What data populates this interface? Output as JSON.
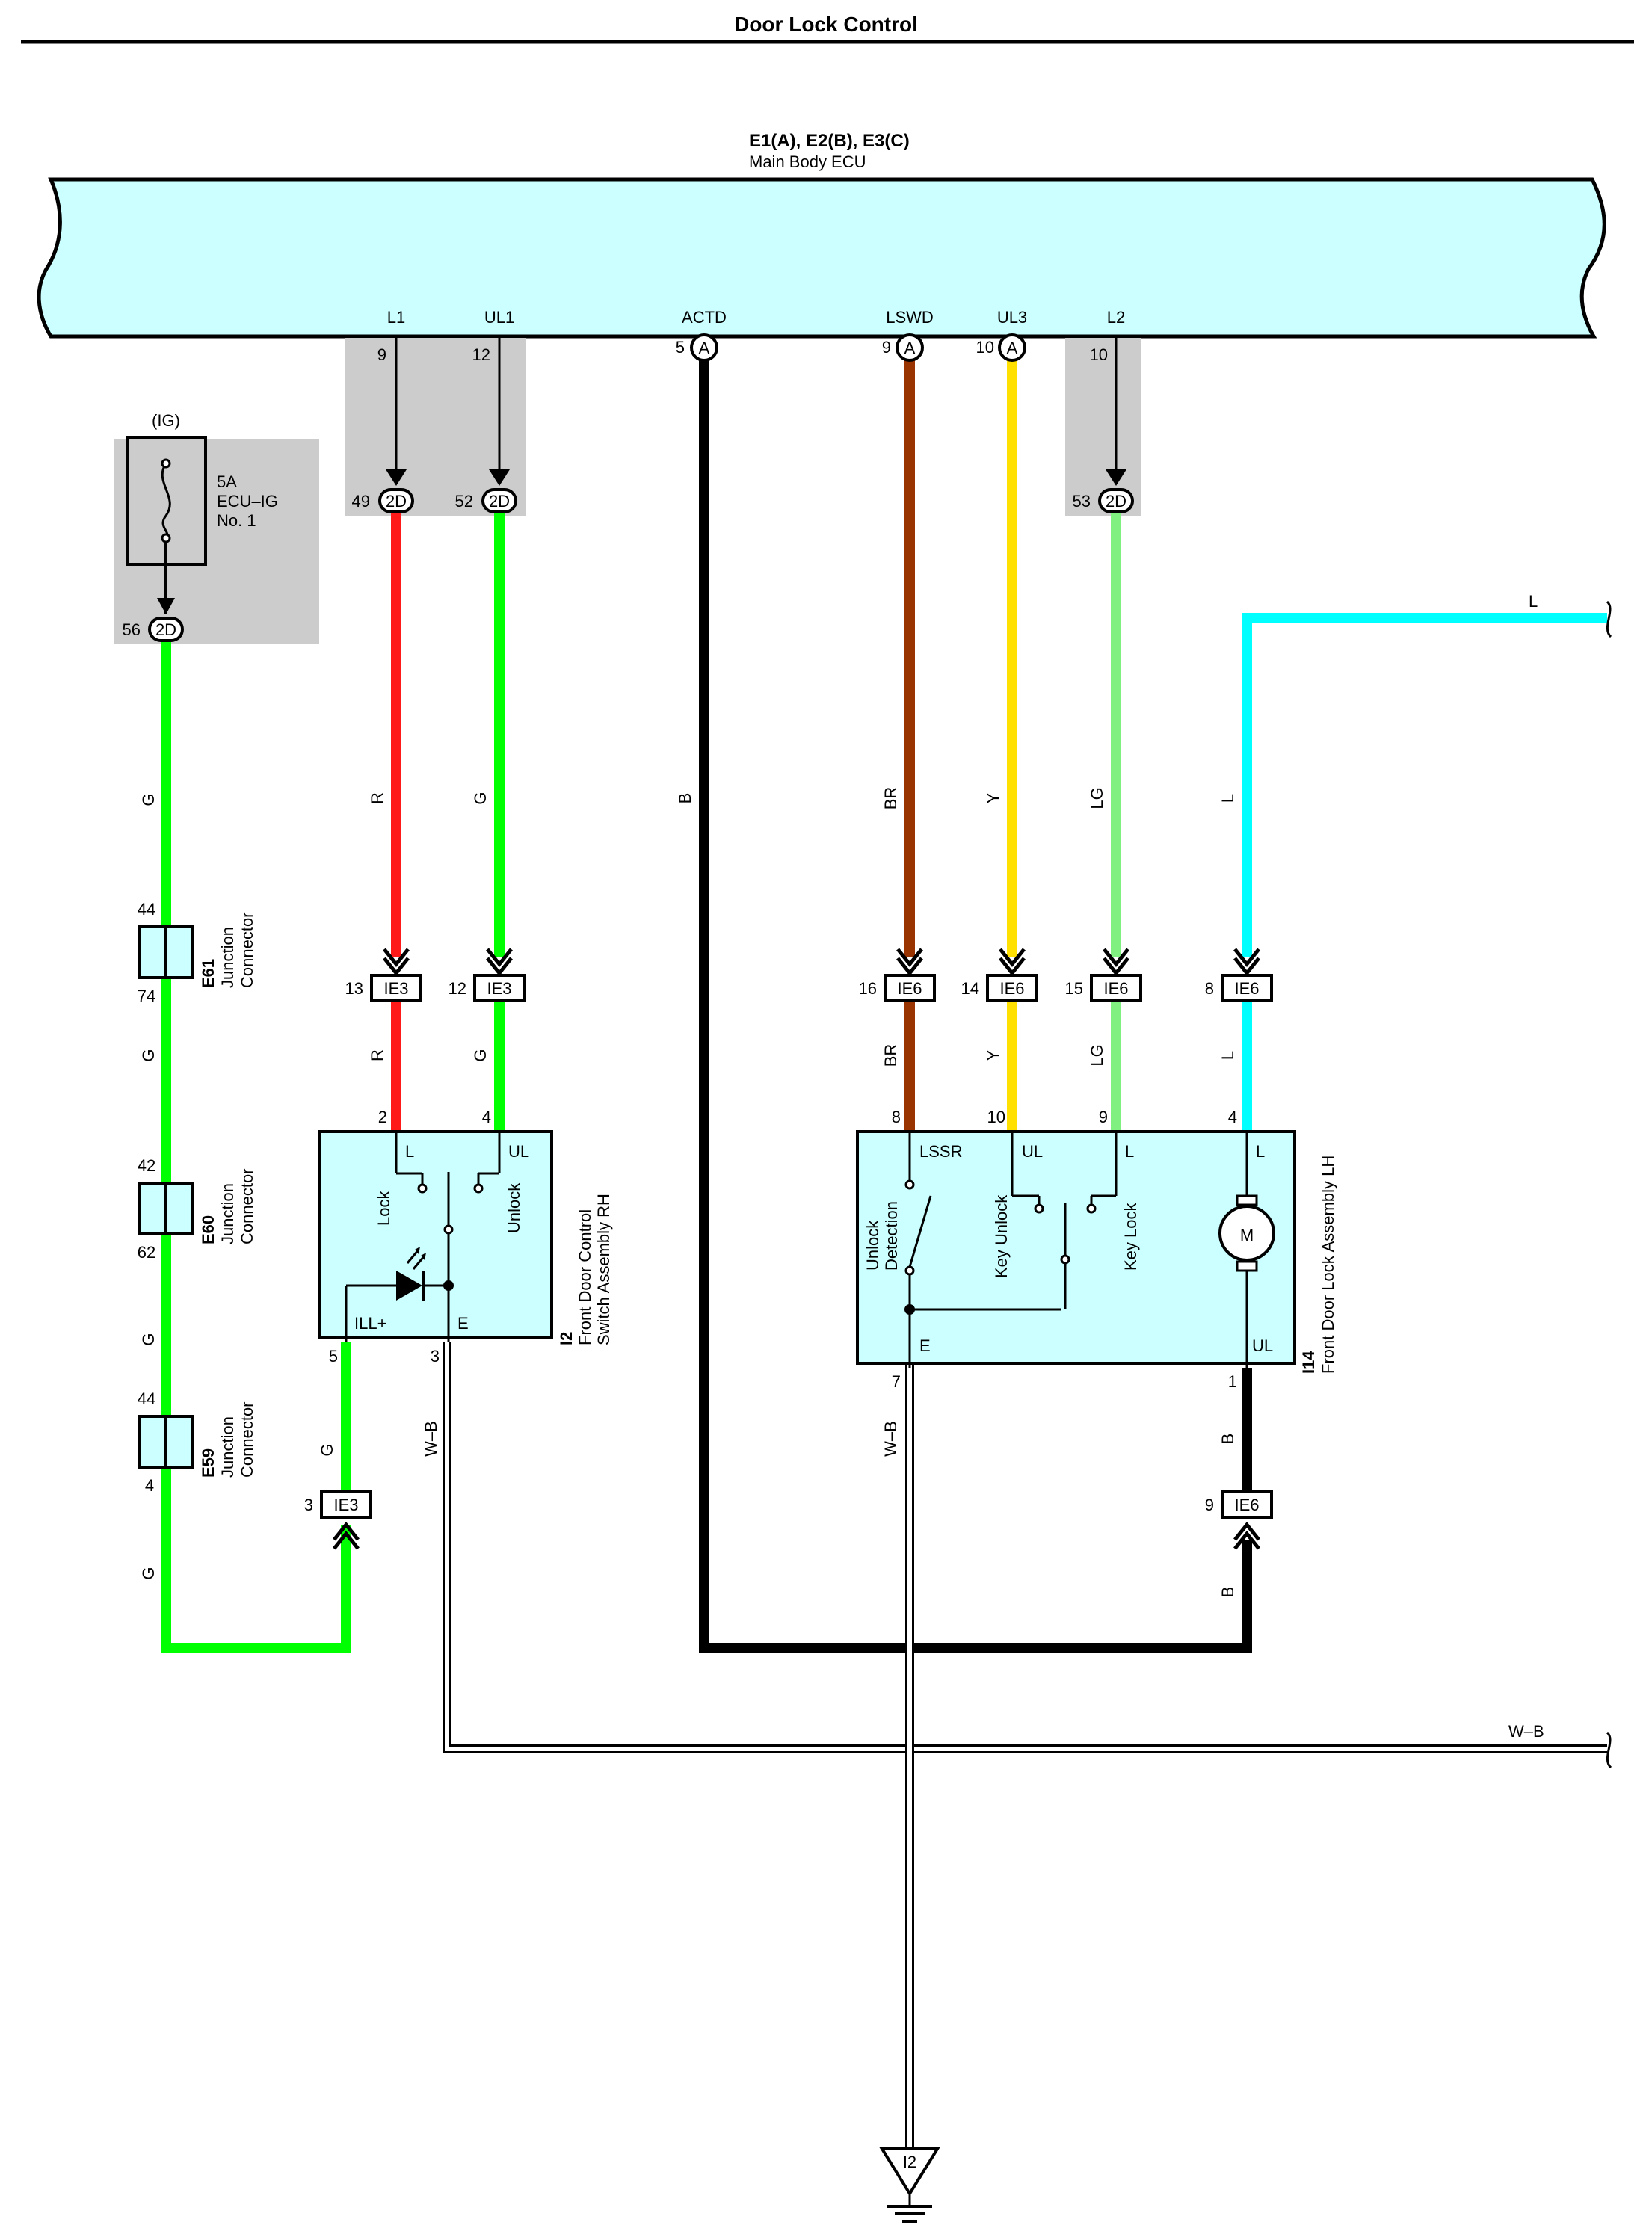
{
  "title": "Door Lock Control",
  "ecu": {
    "ref": "E1(A), E2(B), E3(C)",
    "name": "Main Body ECU",
    "terminals": [
      {
        "name": "L1",
        "pin": "9",
        "conn": ""
      },
      {
        "name": "UL1",
        "pin": "12",
        "conn": ""
      },
      {
        "name": "ACTD",
        "pin": "5",
        "conn": "A"
      },
      {
        "name": "LSWD",
        "pin": "9",
        "conn": "A"
      },
      {
        "name": "UL3",
        "pin": "10",
        "conn": "A"
      },
      {
        "name": "L2",
        "pin": "10",
        "conn": ""
      }
    ]
  },
  "fuse": {
    "ig": "(IG)",
    "rating": "5A",
    "name": "ECU–IG",
    "number": "No. 1",
    "pin": "56",
    "conn": "2D"
  },
  "junction_2d": [
    {
      "pin": "49",
      "conn": "2D"
    },
    {
      "pin": "52",
      "conn": "2D"
    },
    {
      "pin": "53",
      "conn": "2D"
    }
  ],
  "wire_colors": {
    "R": "#ff1a1a",
    "G": "#00ff00",
    "B": "#000000",
    "BR": "#993300",
    "Y": "#ffe000",
    "LG": "#80f080",
    "L": "#00ffff"
  },
  "wire_labels": {
    "g": "G",
    "r": "R",
    "b": "B",
    "br": "BR",
    "y": "Y",
    "lg": "LG",
    "l": "L",
    "wb": "W–B"
  },
  "ie_connectors": [
    {
      "pin": "13",
      "conn": "IE3"
    },
    {
      "pin": "12",
      "conn": "IE3"
    },
    {
      "pin": "16",
      "conn": "IE6"
    },
    {
      "pin": "14",
      "conn": "IE6"
    },
    {
      "pin": "15",
      "conn": "IE6"
    },
    {
      "pin": "8",
      "conn": "IE6"
    },
    {
      "pin": "3",
      "conn": "IE3"
    },
    {
      "pin": "9",
      "conn": "IE6"
    }
  ],
  "junctions": [
    {
      "id": "E61",
      "type": "Junction",
      "label": "Connector",
      "pin_top": "44",
      "pin_bottom": "74"
    },
    {
      "id": "E60",
      "type": "Junction",
      "label": "Connector",
      "pin_top": "42",
      "pin_bottom": "62"
    },
    {
      "id": "E59",
      "type": "Junction",
      "label": "Connector",
      "pin_top": "44",
      "pin_bottom": "4"
    }
  ],
  "switch_rh": {
    "id": "I2",
    "name1": "Front Door Control",
    "name2": "Switch Assembly RH",
    "t_l": "L",
    "t_ul": "UL",
    "t_ill": "ILL+",
    "t_e": "E",
    "lock": "Lock",
    "unlock": "Unlock",
    "pins": {
      "l": "2",
      "ul": "4",
      "ill": "5",
      "e": "3"
    }
  },
  "lock_lh": {
    "id": "I14",
    "name": "Front Door Lock Assembly LH",
    "t_lssr": "LSSR",
    "t_ul": "UL",
    "t_l": "L",
    "t_l2": "L",
    "t_e": "E",
    "t_ul2": "UL",
    "unlock": "Unlock",
    "detection": "Detection",
    "key_unlock": "Key Unlock",
    "key_lock": "Key Lock",
    "motor": "M",
    "pins": {
      "lssr": "8",
      "ul": "10",
      "l": "9",
      "l2": "4",
      "e": "7",
      "ul2": "1"
    }
  },
  "ground": "I2"
}
